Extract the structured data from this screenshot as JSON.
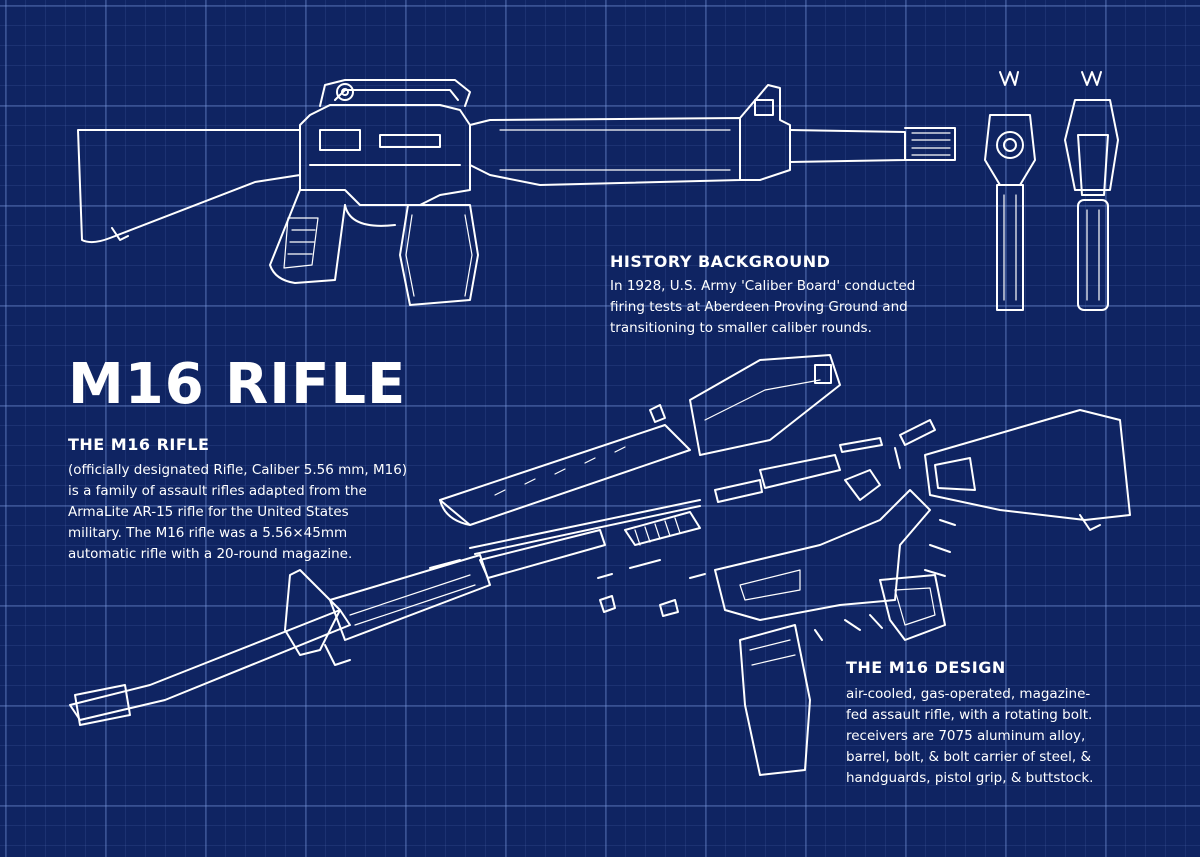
{
  "title": "M16 RIFLE",
  "sections": {
    "history": {
      "heading": "HISTORY BACKGROUND",
      "lines": [
        "In 1928, U.S. Army 'Caliber Board' conducted",
        "firing tests at Aberdeen Proving Ground and",
        "transitioning to smaller caliber rounds."
      ]
    },
    "rifle": {
      "heading": "THE M16 RIFLE",
      "lines": [
        "(officially designated Rifle, Caliber 5.56 mm, M16)",
        "is a family of assault rifles adapted from the",
        "ArmaLite AR-15 rifle for the United States",
        "military. The M16 rifle was a 5.56×45mm",
        "automatic rifle with a 20-round magazine."
      ]
    },
    "design": {
      "heading": "THE M16 DESIGN",
      "lines": [
        "air-cooled, gas-operated, magazine-",
        "fed assault rifle, with a rotating bolt.",
        "receivers are 7075 aluminum alloy,",
        "barrel, bolt, & bolt carrier of steel, &",
        "handguards, pistol grip, & buttstock."
      ]
    }
  },
  "colors": {
    "background": "#0f2462",
    "lines": "#ffffff",
    "grid": "#7896dc"
  }
}
